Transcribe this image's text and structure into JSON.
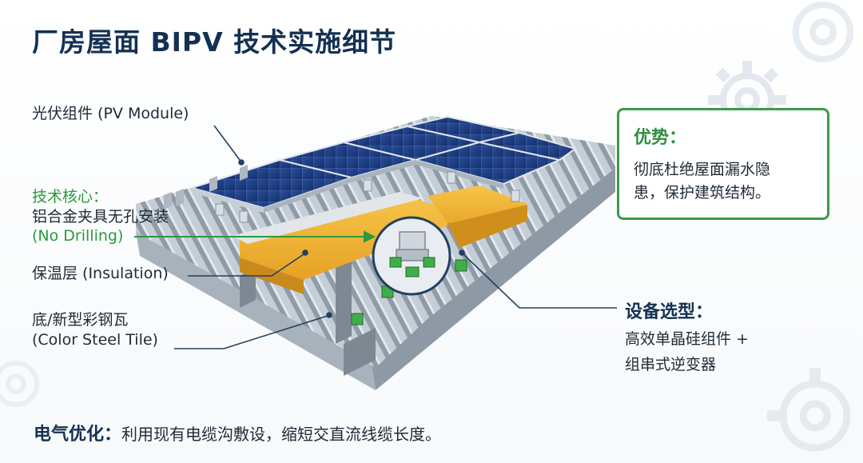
{
  "title": "厂房屋面 BIPV 技术实施细节",
  "labels": {
    "pv_module": "光伏组件 (PV Module)",
    "core_heading": "技术核心：",
    "core_line": "铝合金夹具无孔安装",
    "core_note": "(No Drilling)",
    "insulation": "保温层 (Insulation)",
    "base_line1": "底/新型彩钢瓦",
    "base_line2": "(Color Steel Tile)"
  },
  "advantage": {
    "title": "优势：",
    "line1": "彻底杜绝屋面漏水隐",
    "line2": "患，保护建筑结构。"
  },
  "equipment": {
    "title": "设备选型：",
    "line1": "高效单晶硅组件 +",
    "line2": "组串式逆变器"
  },
  "footer": {
    "title": "电气优化：",
    "text": "利用现有电缆沟敷设，缩短交直流线缆长度。"
  },
  "colors": {
    "title": "#143152",
    "accent_green": "#2a9a3c",
    "panel_blue": "#1f3f86",
    "insulation_yellow": "#f2b735",
    "steel": "#b9c3cc"
  },
  "icons": [
    "gear-icon",
    "clamp-icon"
  ]
}
